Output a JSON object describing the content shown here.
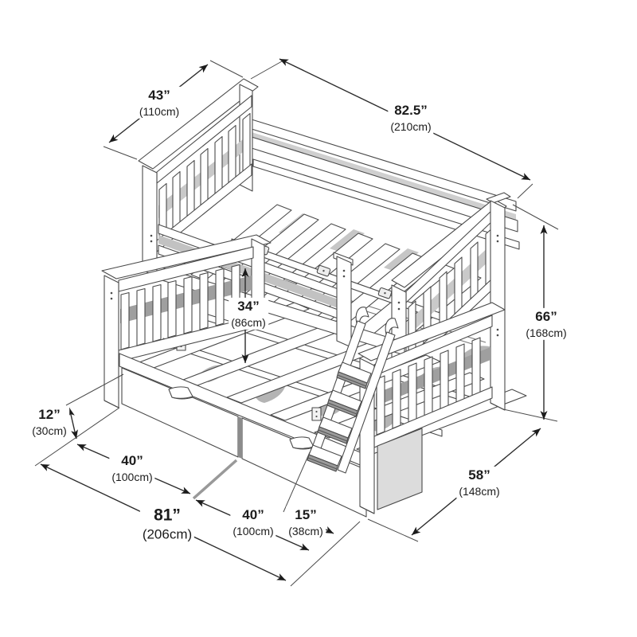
{
  "diagram": {
    "subject": "Twin over full bunk bed with storage drawers and angled ladder — dimension drawing",
    "dimensions": {
      "upper_bunk_width": {
        "inches": "43”",
        "metric": "(110cm)"
      },
      "bed_length_top": {
        "inches": "82.5”",
        "metric": "(210cm)"
      },
      "bunk_clearance": {
        "inches": "34”",
        "metric": "(86cm)"
      },
      "overall_height": {
        "inches": "66”",
        "metric": "(168cm)"
      },
      "drawer_height": {
        "inches": "12”",
        "metric": "(30cm)"
      },
      "drawer_width_left": {
        "inches": "40”",
        "metric": "(100cm)"
      },
      "overall_length": {
        "inches": "81”",
        "metric": "(206cm)"
      },
      "drawer_width_right": {
        "inches": "40”",
        "metric": "(100cm)"
      },
      "ladder_extension": {
        "inches": "15”",
        "metric": "(38cm)"
      },
      "bed_depth": {
        "inches": "58”",
        "metric": "(148cm)"
      }
    },
    "colors": {
      "line": "#4a4a4a",
      "dimension_line": "#2c2c2c",
      "text": "#1c1c1c",
      "wood_face": "#ffffff",
      "shade_light": "#cfcfcf",
      "shade_dark": "#9f9f9f",
      "background": "#ffffff"
    }
  }
}
